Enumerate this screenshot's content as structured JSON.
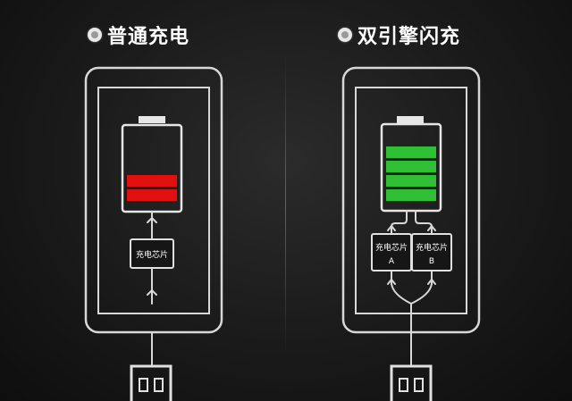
{
  "left": {
    "title": "普通充电",
    "chip_label": "充电芯片",
    "battery_color": "#e11010"
  },
  "right": {
    "title": "双引擎闪充",
    "chip_label": "充电芯片",
    "chip_a": "A",
    "chip_b": "B",
    "battery_color": "#2fbf35"
  }
}
